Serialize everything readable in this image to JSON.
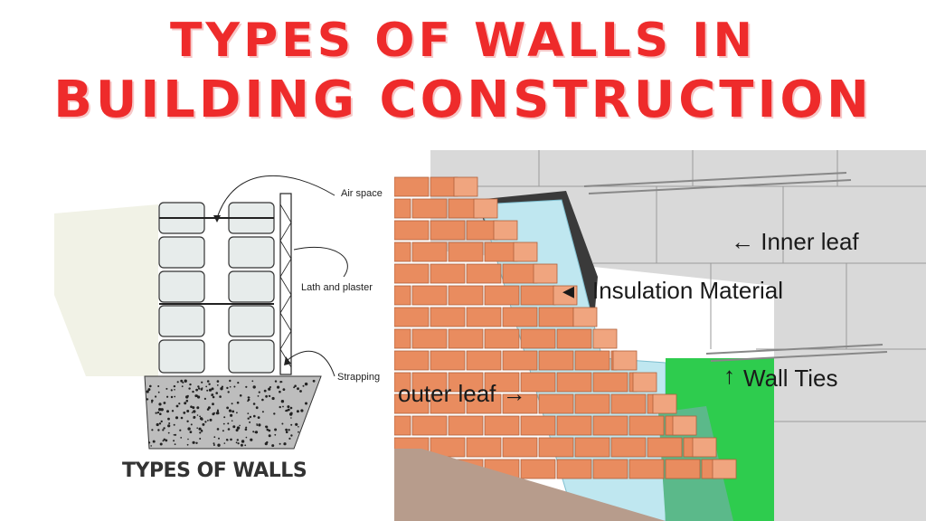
{
  "title": {
    "line1": "TYPES OF WALLS IN",
    "line2": "BUILDING CONSTRUCTION"
  },
  "left_diagram": {
    "labels": {
      "air_space": "Air space",
      "lath_plaster": "Lath and plaster",
      "strapping": "Strapping"
    },
    "caption": "TYPES OF WALLS"
  },
  "right_diagram": {
    "labels": {
      "inner_leaf": "← Inner leaf",
      "insulation": "Insulation Material",
      "wall_ties": "Wall Ties",
      "outer_leaf": "outer leaf →"
    }
  },
  "colors": {
    "title_red": "#ee2b2b",
    "brick": "#e98c5f",
    "insulation_blue": "#bfe7f0",
    "insulation_green": "#2ecc4e",
    "block_grey": "#d6d6d6"
  }
}
